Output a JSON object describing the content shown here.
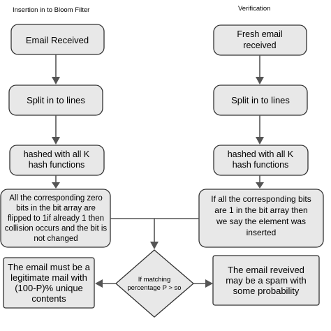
{
  "headers": {
    "left": "Insertion in to Bloom Filter",
    "right": "Verification"
  },
  "insertion": {
    "email_received": [
      "Email Received"
    ],
    "split": [
      "Split in to lines"
    ],
    "hashed": [
      "hashed with all K",
      "hash functions"
    ],
    "corresponding": [
      "All the corresponding zero",
      "bits in the bit array are",
      "flipped to 1if already 1 then",
      "collision occurs and the bit is",
      "not changed"
    ]
  },
  "verification": {
    "fresh_email": [
      "Fresh email",
      "received"
    ],
    "split": [
      "Split in to lines"
    ],
    "hashed": [
      "hashed with all K",
      "hash functions"
    ],
    "corresponding": [
      "If all the corresponding bits",
      "are 1 in the bit array then",
      "we say the element was",
      "inserted"
    ]
  },
  "decision": {
    "condition": [
      "If matching",
      "percentage P > so"
    ],
    "left_outcome": [
      "The email must be a",
      "legitimate mail with",
      "(100-P)% unique",
      "contents"
    ],
    "right_outcome": [
      "The email reveived",
      "may be a spam with",
      "some probability"
    ]
  }
}
